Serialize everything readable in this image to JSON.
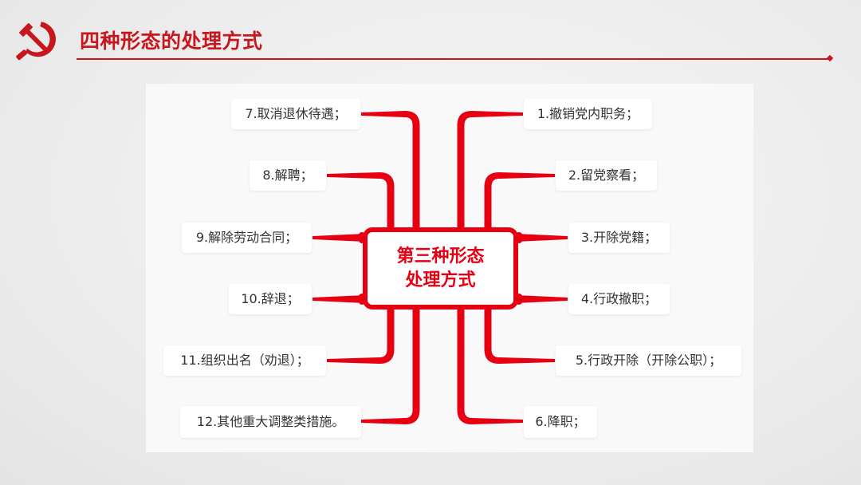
{
  "slide": {
    "title": "四种形态的处理方式",
    "logo_icon": "hammer-sickle-icon"
  },
  "colors": {
    "accent": "#e60012",
    "title": "#c8161d",
    "text": "#333333"
  },
  "mindmap": {
    "center": {
      "line1": "第三种形态",
      "line2": "处理方式"
    },
    "left": [
      {
        "label": "7.取消退休待遇；"
      },
      {
        "label": "8.解聘；"
      },
      {
        "label": "9.解除劳动合同；"
      },
      {
        "label": "10.辞退；"
      },
      {
        "label": "11.组织出名（劝退）；"
      },
      {
        "label": "12.其他重大调整类措施。"
      }
    ],
    "right": [
      {
        "label": "1.撤销党内职务；"
      },
      {
        "label": "2.留党察看；"
      },
      {
        "label": "3.开除党籍；"
      },
      {
        "label": "4.行政撤职；"
      },
      {
        "label": "5.行政开除（开除公职）；"
      },
      {
        "label": "6.降职；"
      }
    ]
  }
}
